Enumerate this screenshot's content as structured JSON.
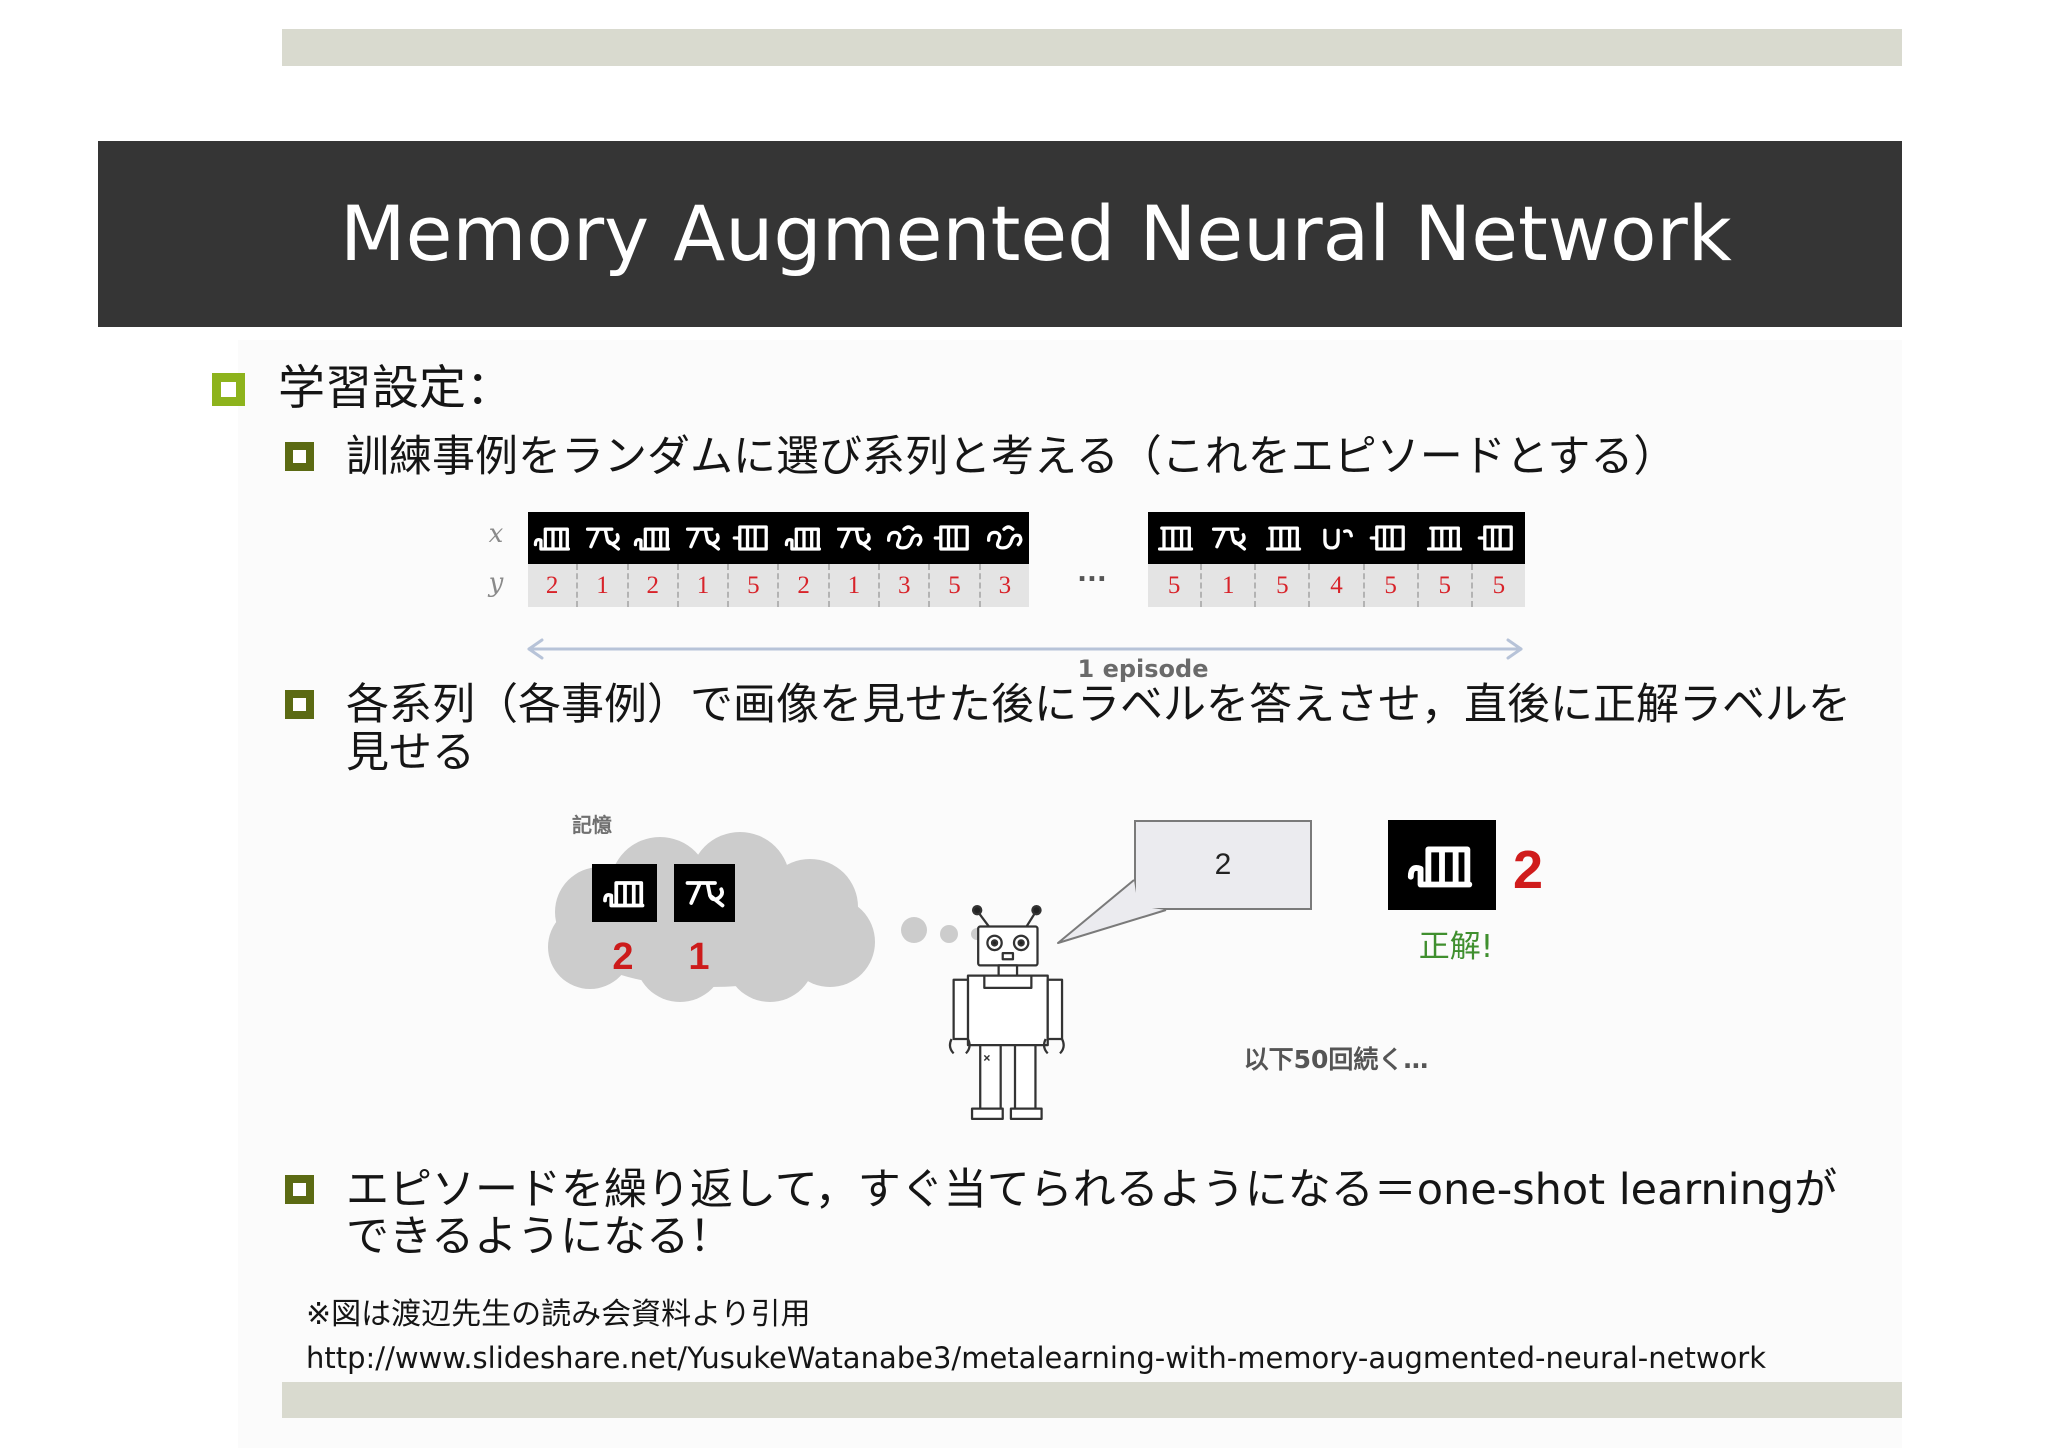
{
  "slide": {
    "title": "Memory Augmented Neural Network",
    "colors": {
      "title_bar": "#353535",
      "title_text": "#ffffff",
      "decor_bar": "#d9dacf",
      "bullet_level1": "#8db31c",
      "bullet_level2": "#5b6a13",
      "label_red": "#d8232a",
      "correct_green": "#3f8f2e"
    }
  },
  "bullets": {
    "heading": "学習設定：",
    "item1": "訓練事例をランダムに選び系列と考える（これをエピソードとする）",
    "item2": [
      "各系列（各事例）で画像を見せた後にラベルを答えさせ，直後に正解ラベルを",
      "見せる"
    ],
    "item3": [
      "エピソードを繰り返して，すぐ当てられるようになる＝one-shot learningが",
      "できるようになる！"
    ]
  },
  "episode_figure": {
    "x_label": "x",
    "y_label": "y",
    "sequence_a": {
      "glyphs": [
        "glyph-comb",
        "glyph-hook",
        "glyph-comb",
        "glyph-hook",
        "glyph-box",
        "glyph-comb",
        "glyph-hook",
        "glyph-loop",
        "glyph-box",
        "glyph-loop"
      ],
      "labels": [
        2,
        1,
        2,
        1,
        5,
        2,
        1,
        3,
        5,
        3
      ]
    },
    "sequence_b": {
      "glyphs": [
        "glyph-bars",
        "glyph-hook",
        "glyph-bars",
        "glyph-curl",
        "glyph-box",
        "glyph-bars",
        "glyph-box"
      ],
      "labels": [
        5,
        1,
        5,
        4,
        5,
        5,
        5
      ]
    },
    "ellipsis": "...",
    "span_label": "1 episode"
  },
  "memory_figure": {
    "memory_label": "記憶",
    "memory_items": [
      {
        "glyph": "glyph-comb",
        "label": "2"
      },
      {
        "glyph": "glyph-hook",
        "label": "1"
      }
    ],
    "robot_answer": "2",
    "shown_glyph": "glyph-comb",
    "shown_label": "2",
    "feedback": "正解!",
    "continuation": "以下50回続く…"
  },
  "footnote": {
    "citation": "※図は渡辺先生の読み会資料より引用",
    "url": "http://www.slideshare.net/YusukeWatanabe3/metalearning-with-memory-augmented-neural-network"
  }
}
